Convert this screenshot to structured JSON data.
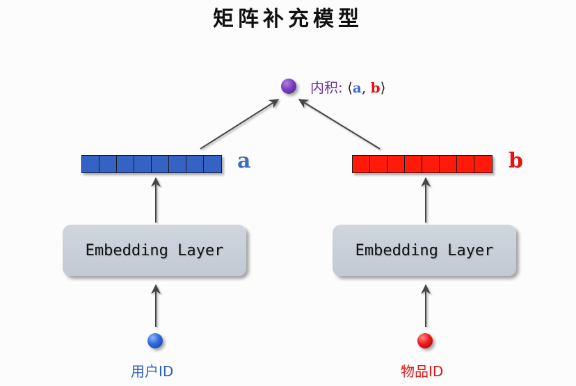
{
  "title": "矩阵补充模型",
  "inner_product": {
    "label": "内积:",
    "open_bracket": "⟨",
    "var_a": "a",
    "comma": ",",
    "var_b": "b",
    "close_bracket": "⟩",
    "node_color": "#7a3fbf"
  },
  "left_branch": {
    "vector_label": "a",
    "vector_color": "#3563c4",
    "vector_cells": 8,
    "embedding_label": "Embedding Layer",
    "input_label": "用户ID",
    "input_color": "#2f68d8"
  },
  "right_branch": {
    "vector_label": "b",
    "vector_color": "#ff1a0a",
    "vector_cells": 8,
    "embedding_label": "Embedding Layer",
    "input_label": "物品ID",
    "input_color": "#ee1a1a"
  }
}
